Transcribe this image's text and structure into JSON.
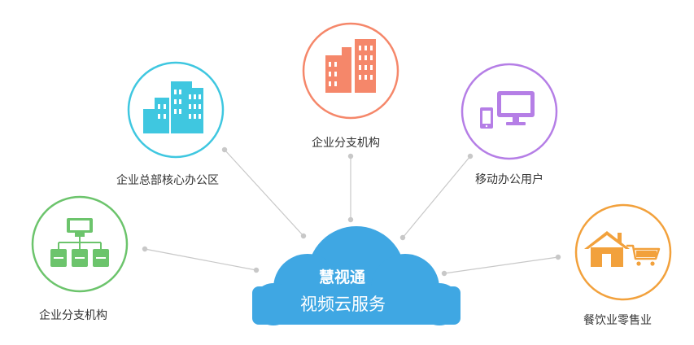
{
  "center": {
    "title": "慧视通",
    "subtitle": "视频云服务",
    "icon": "cloud-icon",
    "color": "#3fa7e3"
  },
  "nodes": [
    {
      "label": "企业分支机构",
      "icon": "server-network-icon",
      "color": "#6cc46c"
    },
    {
      "label": "企业总部核心办公区",
      "icon": "office-buildings-icon",
      "color": "#3fc7e0"
    },
    {
      "label": "企业分支机构",
      "icon": "buildings-icon",
      "color": "#f5876a"
    },
    {
      "label": "移动办公用户",
      "icon": "phone-monitor-icon",
      "color": "#b57ee6"
    },
    {
      "label": "餐饮业零售业",
      "icon": "house-cart-icon",
      "color": "#f2a13c"
    }
  ],
  "connector_color": "#c8c8c8"
}
